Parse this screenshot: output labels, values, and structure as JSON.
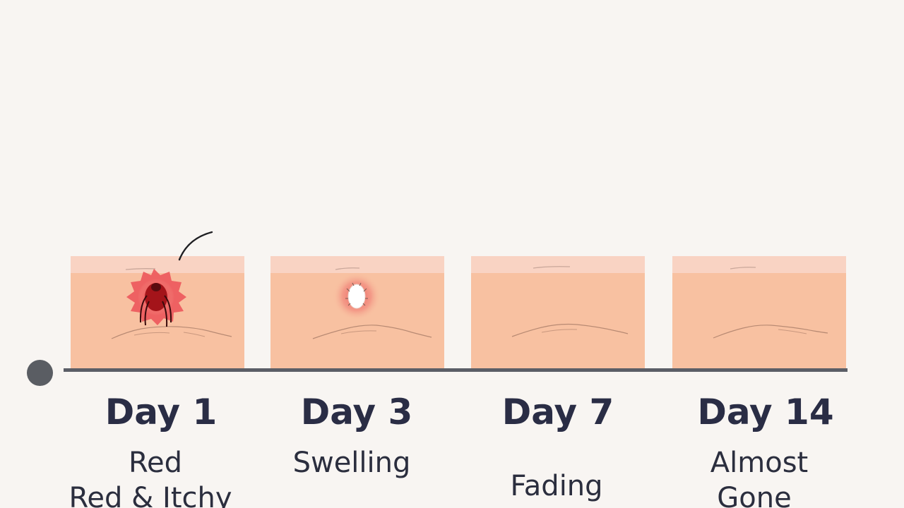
{
  "timeline": {
    "stages": [
      {
        "day": "Day 1",
        "description_lines": [
          "Red",
          "Red & Itchy"
        ],
        "icon": "tick-bite-icon"
      },
      {
        "day": "Day 3",
        "description_lines": [
          "Swelling"
        ],
        "icon": "swelling-bump-icon"
      },
      {
        "day": "Day 7",
        "description_lines": [
          "Fading"
        ],
        "icon": "skin-cross-section"
      },
      {
        "day": "Day 14",
        "description_lines": [
          "Almost",
          "Gone"
        ],
        "icon": "skin-cross-section"
      }
    ]
  },
  "colors": {
    "background": "#f8f5f2",
    "skin_surface": "#f9d3c3",
    "skin_layer": "#f8c1a1",
    "inflammation_red": "#e84b4f",
    "tick_dark_red": "#a4141a",
    "timeline": "#5b5e66",
    "label_text": "#2a2d45"
  }
}
